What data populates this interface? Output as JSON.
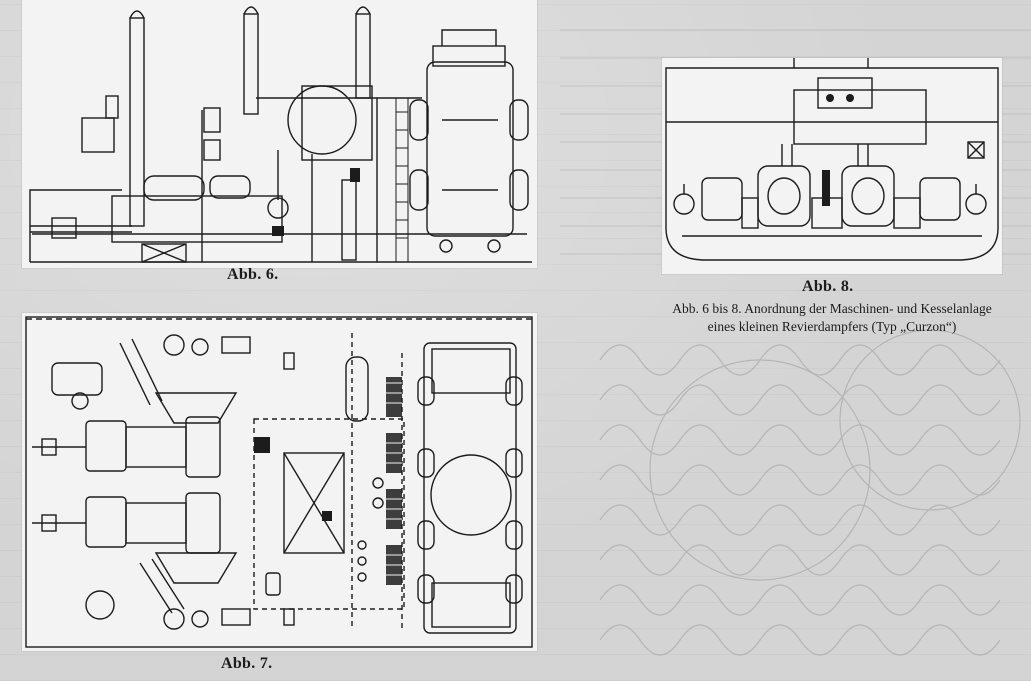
{
  "figures": {
    "fig6": {
      "caption": "Abb. 6."
    },
    "fig7": {
      "caption": "Abb. 7."
    },
    "fig8": {
      "caption": "Abb. 8."
    }
  },
  "figure_note": {
    "line1": "Abb. 6 bis 8.  Anordnung der Maschinen- und Kesselanlage",
    "line2": "eines kleinen Revierdampfers (Typ „Curzon“)"
  },
  "colors": {
    "page": "#d4d4d4",
    "figure_bg": "#f3f3f3",
    "ink": "#1c1c1c",
    "bleed_ink": "#9a9a9a"
  }
}
